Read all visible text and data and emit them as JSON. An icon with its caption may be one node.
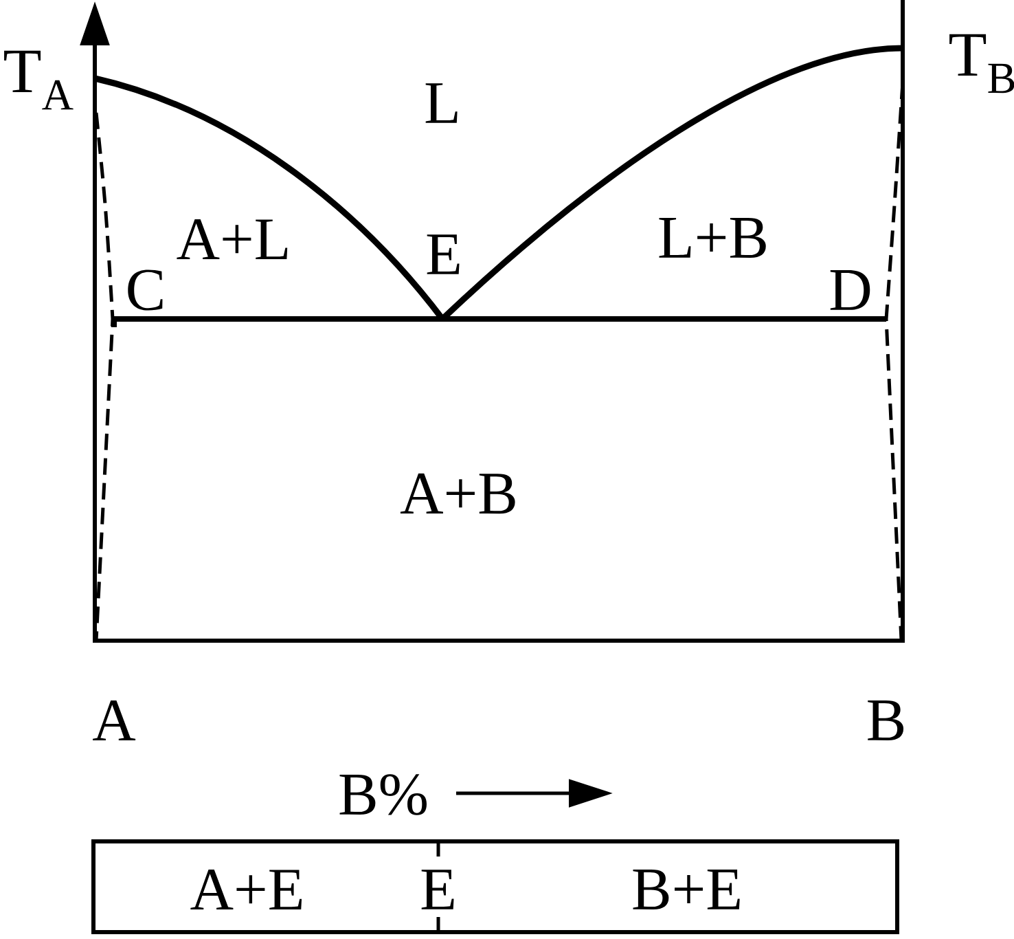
{
  "diagram": {
    "nodes": [
      {
        "text": [
          "A+E",
          "E",
          "B+E"
        ]
      }
    ],
    "labels": [
      "T$_{A}$",
      "L",
      "T$_{B}$",
      "A+L",
      "E",
      "L+B",
      "C",
      "D",
      "A+B",
      "A",
      "B",
      "B%"
    ]
  }
}
